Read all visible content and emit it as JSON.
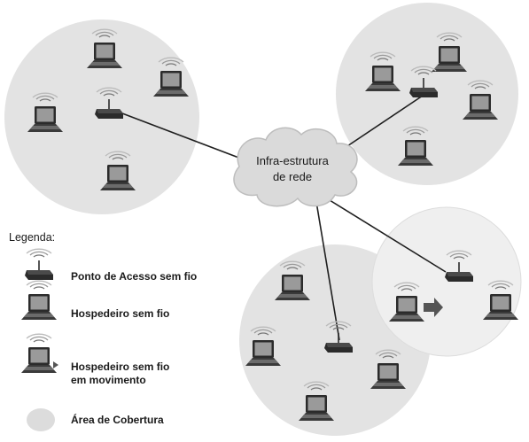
{
  "network": {
    "label_line1": "Infra-estrutura",
    "label_line2": "de rede"
  },
  "legend": {
    "title": "Legenda:",
    "items": [
      {
        "icon": "access-point-icon",
        "label": "Ponto de Acesso sem fio"
      },
      {
        "icon": "laptop-icon",
        "label": "Hospedeiro sem fio"
      },
      {
        "icon": "moving-laptop-icon",
        "label_line1": "Hospedeiro sem fio",
        "label_line2": "em movimento"
      },
      {
        "icon": "coverage-area-icon",
        "label": "Área de Cobertura"
      }
    ]
  },
  "colors": {
    "coverage": "#e3e3e3",
    "device": "#2b2b2b",
    "screen": "#9a9a9a",
    "motion_arrow": "#555555"
  }
}
